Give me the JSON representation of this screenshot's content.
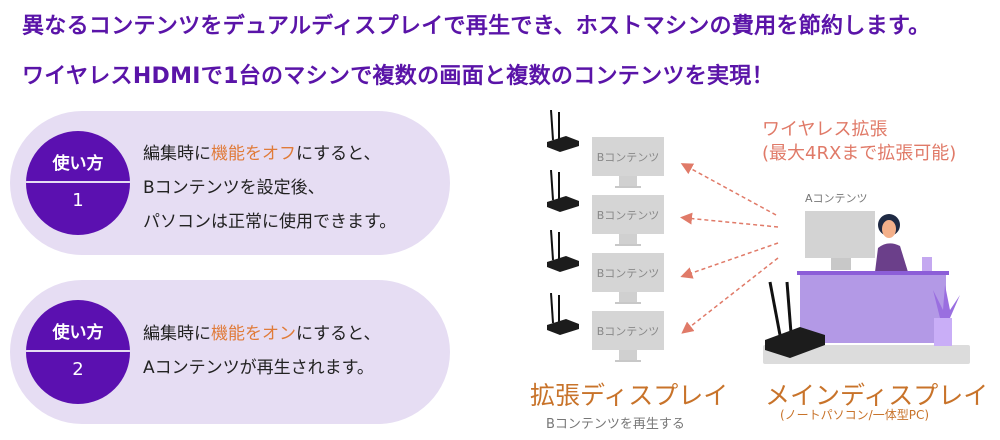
{
  "headline": {
    "line1": "異なるコンテンツをデュアルディスプレイで再生でき、ホストマシンの費用を節約します。",
    "line2": "ワイヤレスHDMIで1台のマシンで複数の画面と複数のコンテンツを実現！"
  },
  "steps": [
    {
      "badge": "使い方",
      "number": "1",
      "pre": "編集時に",
      "highlight": "機能をオフ",
      "post": "にすると、",
      "line2": "Bコンテンツを設定後、",
      "line3": "パソコンは正常に使用できます。"
    },
    {
      "badge": "使い方",
      "number": "2",
      "pre": "編集時に",
      "highlight": "機能をオン",
      "post": "にすると、",
      "line2": "Aコンテンツが再生されます。"
    }
  ],
  "diagram": {
    "monitor_label": "Bコンテンツ",
    "main_monitor_label": "Aコンテンツ",
    "wireless_title": "ワイヤレス拡張",
    "wireless_sub": "(最大4RXまで拡張可能)",
    "ext_title": "拡張ディスプレイ",
    "ext_sub": "Bコンテンツを再生する",
    "main_title": "メインディスプレイ",
    "main_sub": "(ノートパソコン/一体型PC)"
  },
  "colors": {
    "purple": "#5b10b0",
    "orange": "#e07b39",
    "salmon": "#e07a68",
    "pill": "#e6ddf3"
  }
}
